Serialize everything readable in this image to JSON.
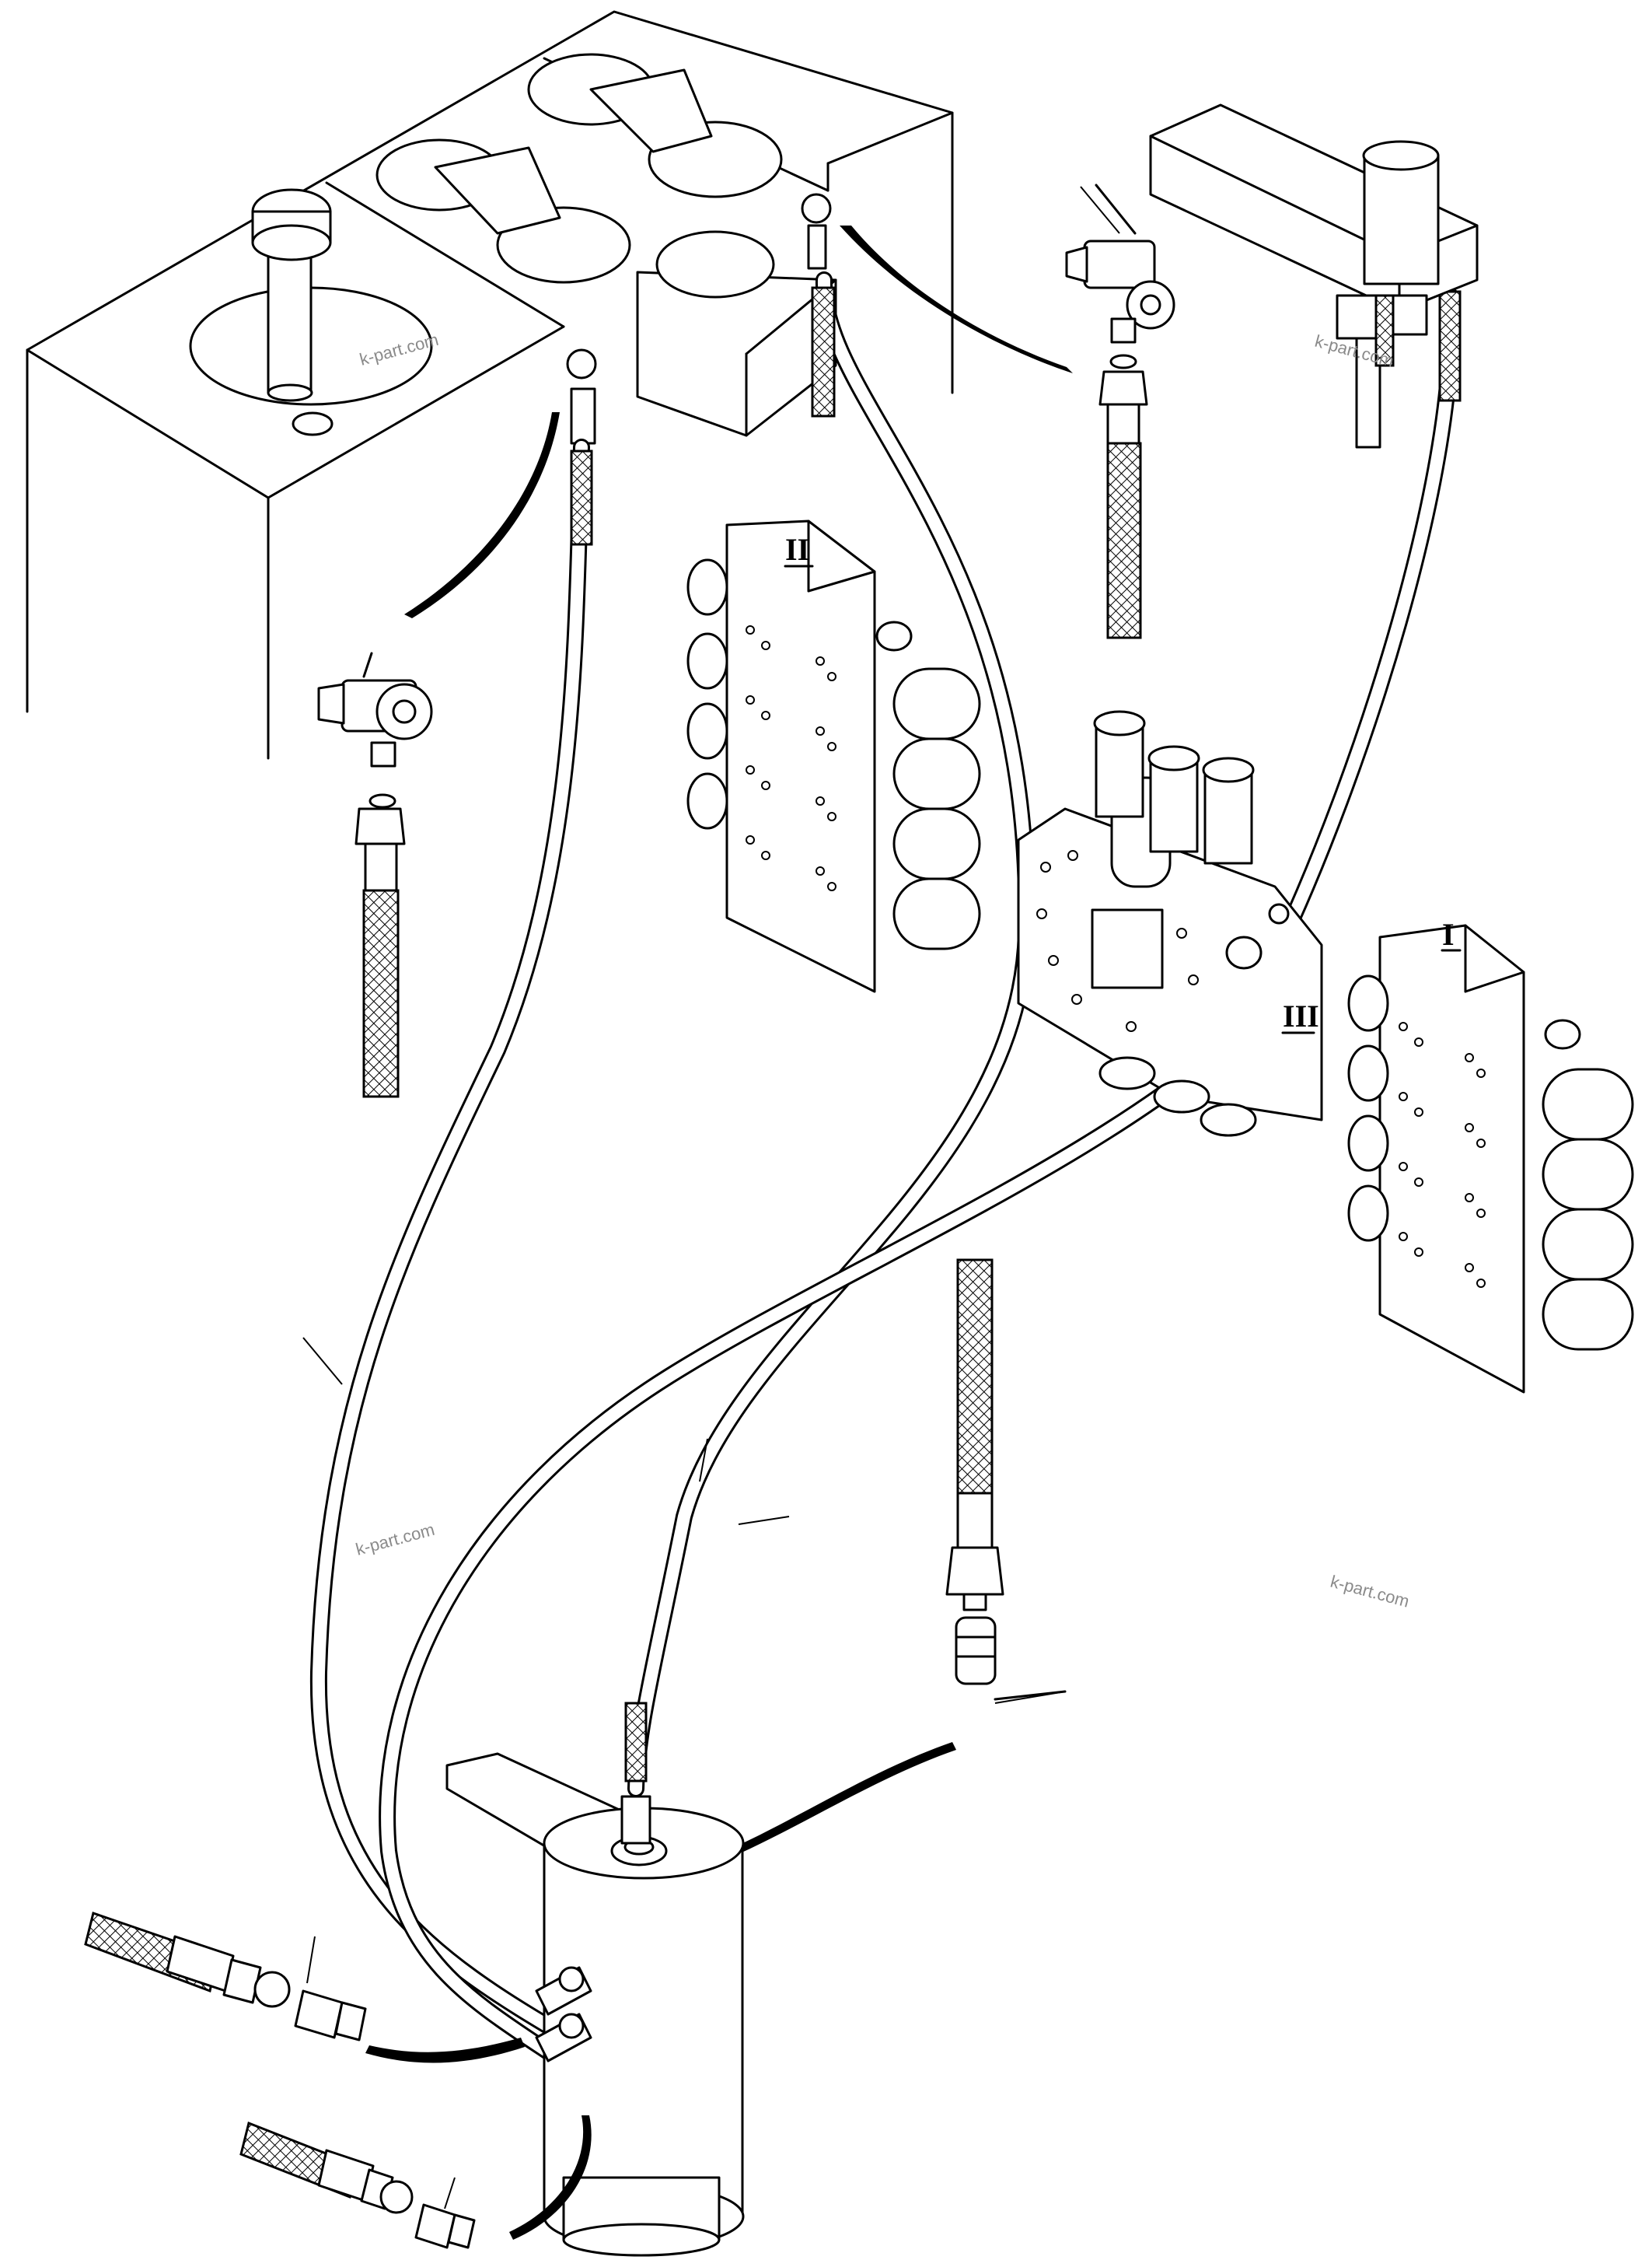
{
  "diagram": {
    "section_labels": {
      "valve_left": "II",
      "valve_center": "III",
      "valve_right": "I"
    },
    "watermark": "k-part.com",
    "colors": {
      "line": "#000000",
      "background": "#ffffff",
      "watermark": "#8a8a8a"
    }
  }
}
